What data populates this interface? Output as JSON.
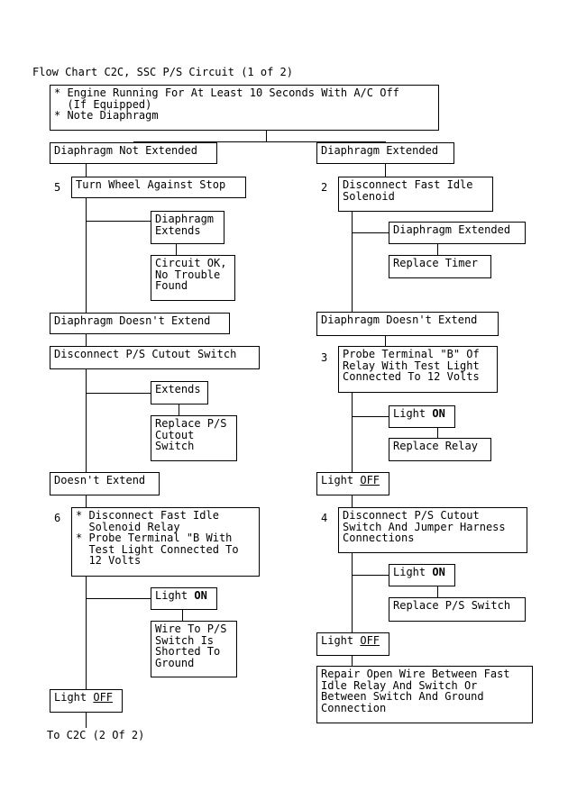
{
  "title": "Flow Chart C2C, SSC P/S Circuit (1 of 2)",
  "footer": "To C2C (2 Of 2)",
  "top_box": "* Engine Running For At Least 10 Seconds With A/C Off\n  (If Equipped)\n* Note Diaphragm",
  "left": {
    "not_extended": "Diaphragm Not Extended",
    "step5_num": "5",
    "step5": "Turn Wheel Against Stop",
    "extends_a": "Diaphragm\nExtends",
    "circuit_ok": "Circuit OK,\nNo Trouble\nFound",
    "doesnt_extend_a": "Diaphragm Doesn't Extend",
    "disconnect_cutout": "Disconnect P/S Cutout Switch",
    "extends_b": "Extends",
    "replace_cutout": "Replace P/S\nCutout\nSwitch",
    "doesnt_extend_b": "Doesn't Extend",
    "step6_num": "6",
    "step6": "* Disconnect Fast Idle\n  Solenoid Relay\n* Probe Terminal \"B With\n  Test Light Connected To\n  12 Volts",
    "light_on_label": "Light ",
    "light_on_state": "ON",
    "wire_shorted": "Wire To P/S\nSwitch Is\nShorted To\nGround",
    "light_off_label": "Light ",
    "light_off_state": "OFF"
  },
  "right": {
    "extended": "Diaphragm Extended",
    "step2_num": "2",
    "step2": "Disconnect Fast Idle\nSolenoid",
    "extended_b": "Diaphragm Extended",
    "replace_timer": "Replace Timer",
    "doesnt_extend": "Diaphragm Doesn't Extend",
    "step3_num": "3",
    "step3": "Probe Terminal \"B\" Of\nRelay With Test Light\nConnected To 12 Volts",
    "light_on_a_label": "Light ",
    "light_on_a_state": "ON",
    "replace_relay": "Replace Relay",
    "light_off_a_label": "Light ",
    "light_off_a_state": "OFF",
    "step4_num": "4",
    "step4": "Disconnect P/S Cutout\nSwitch And Jumper Harness\nConnections",
    "light_on_b_label": "Light ",
    "light_on_b_state": "ON",
    "replace_ps_switch": "Replace P/S Switch",
    "light_off_b_label": "Light ",
    "light_off_b_state": "OFF",
    "repair_open": "Repair Open Wire Between Fast\nIdle Relay And Switch Or\nBetween Switch And Ground\nConnection"
  }
}
